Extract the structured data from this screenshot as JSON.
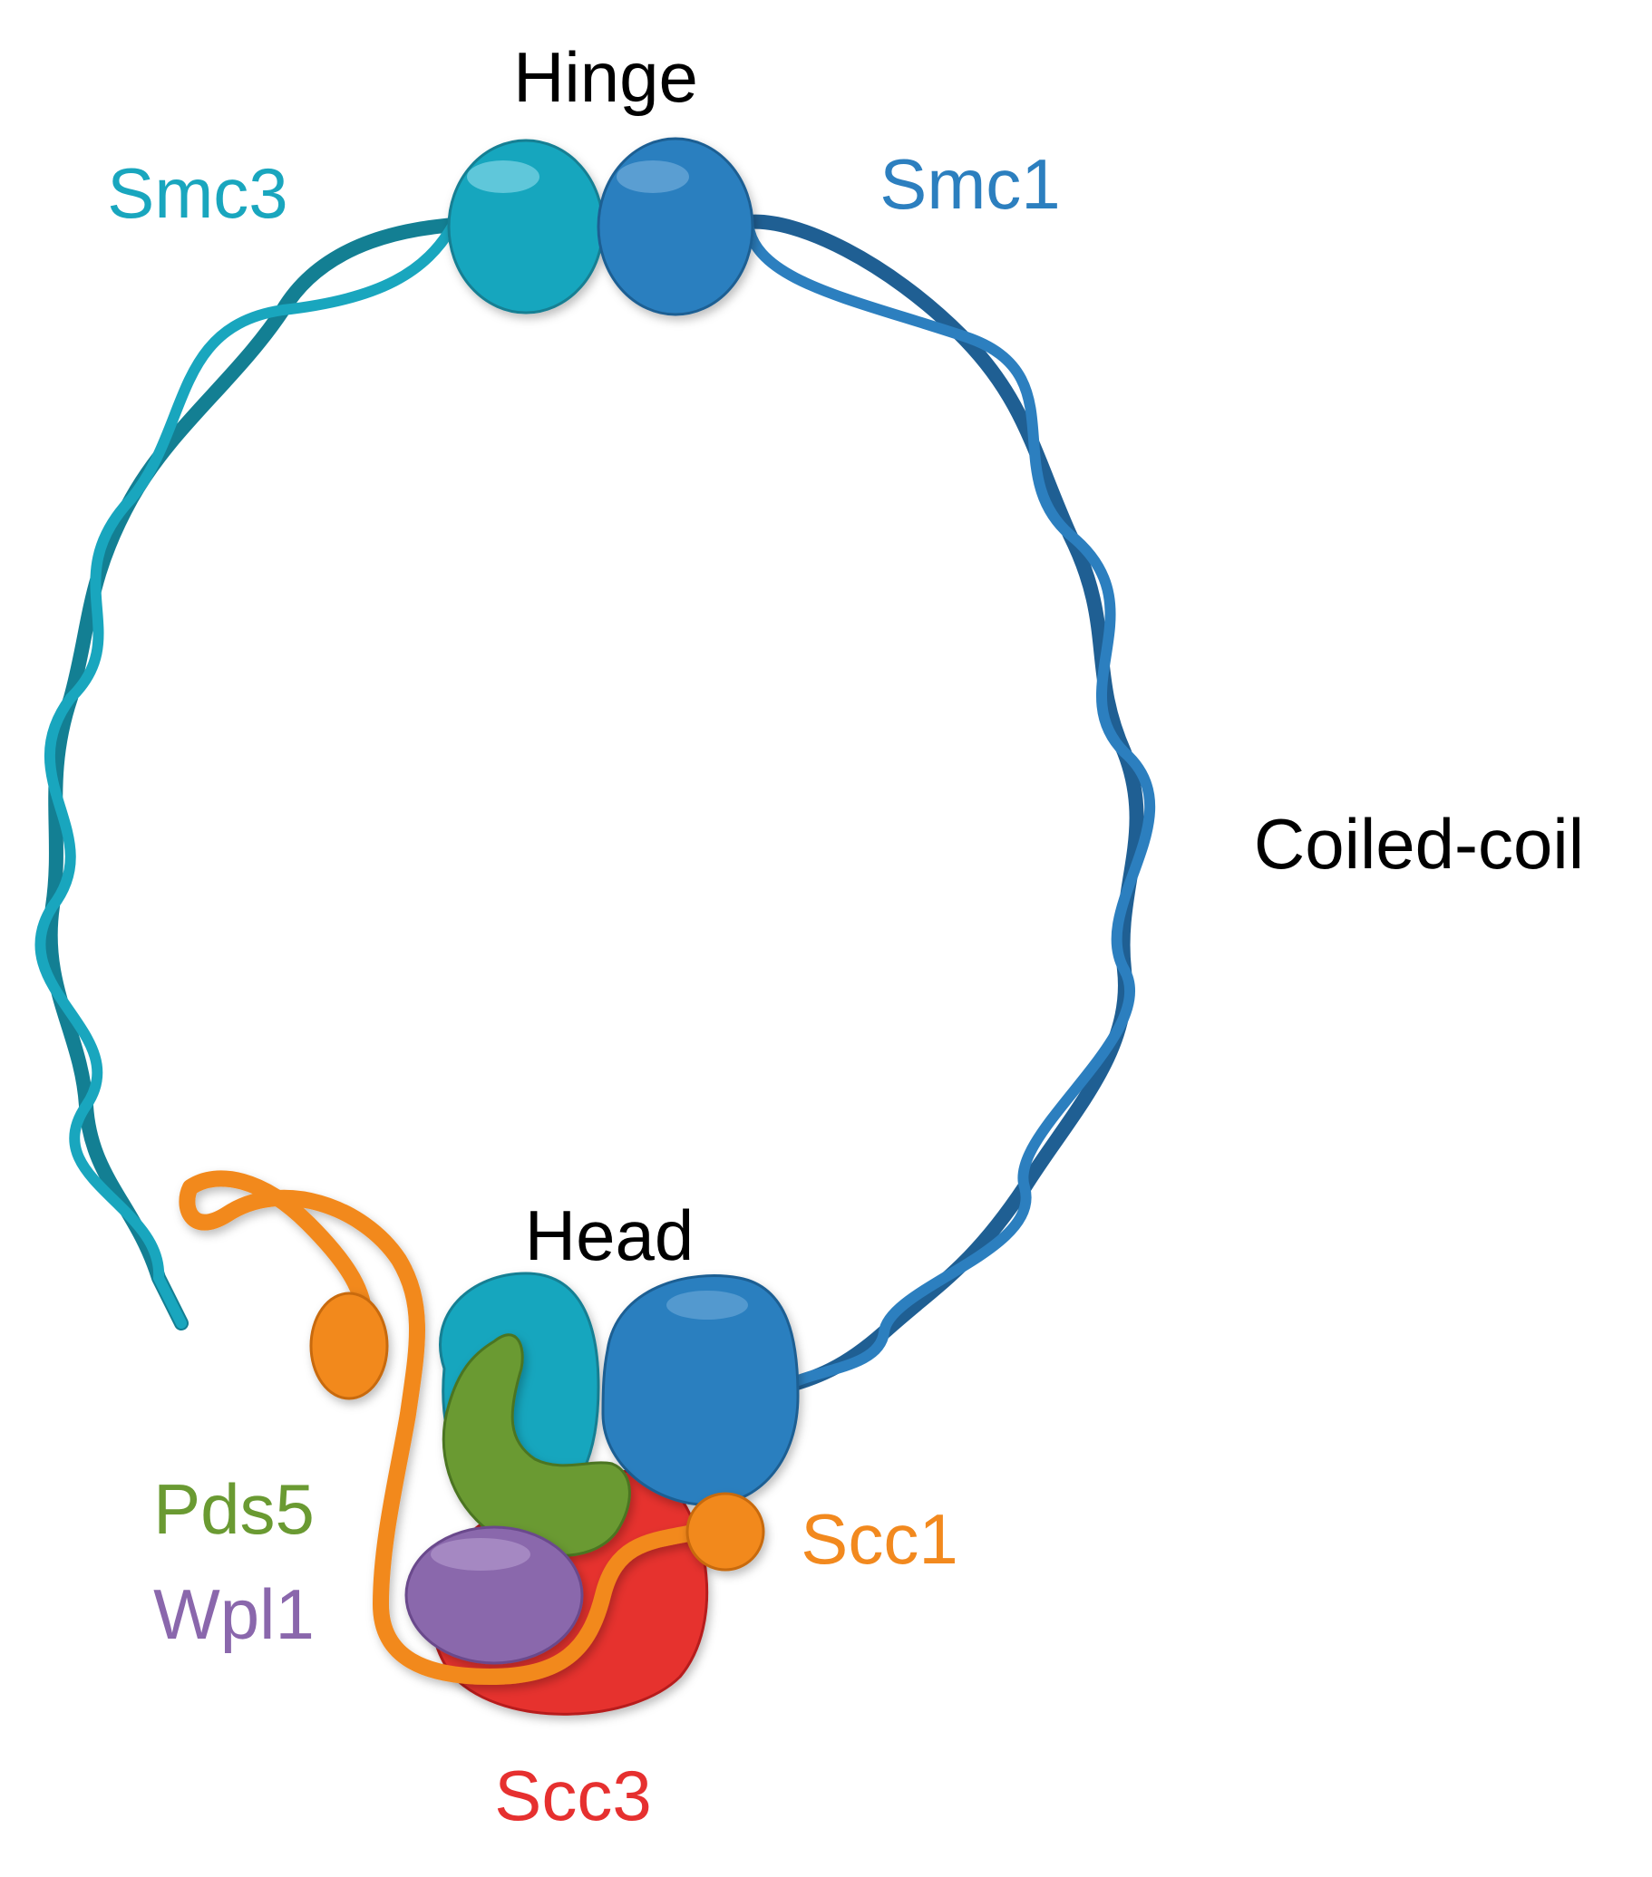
{
  "labels": {
    "hinge": "Hinge",
    "smc3": "Smc3",
    "smc1": "Smc1",
    "coiled_coil": "Coiled-coil",
    "head": "Head",
    "pds5": "Pds5",
    "wpl1": "Wpl1",
    "scc1": "Scc1",
    "scc3": "Scc3"
  },
  "colors": {
    "smc3": "#19A6BE",
    "smc3_dark": "#137F93",
    "smc1": "#2C7FBF",
    "smc1_dark": "#1F5F93",
    "pds5": "#6A9A32",
    "wpl1": "#8A67AC",
    "scc1": "#F2891E",
    "scc3": "#E6302F",
    "text_black": "#000000"
  }
}
